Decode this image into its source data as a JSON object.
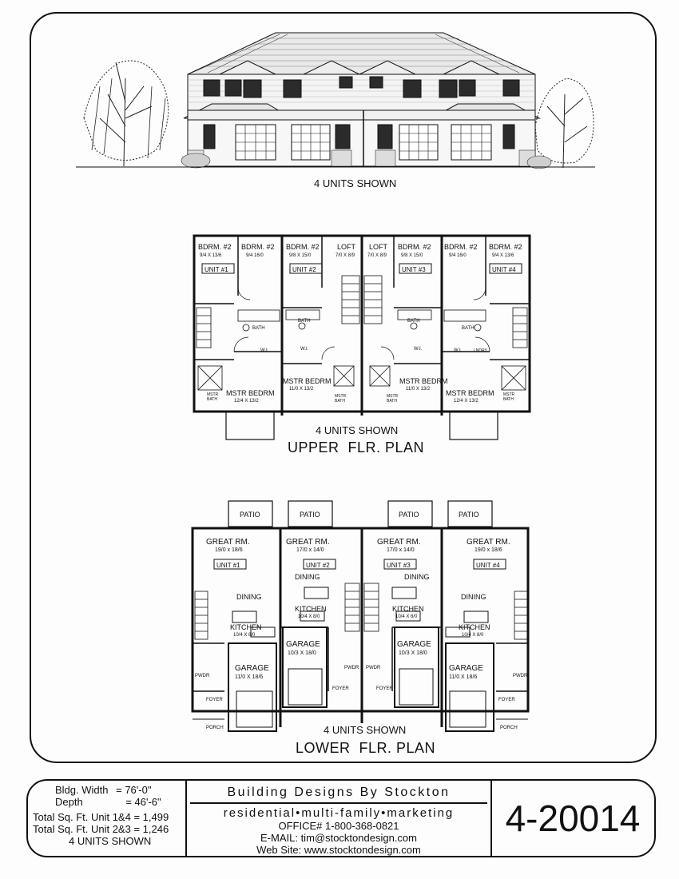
{
  "elevation": {
    "caption": "4 UNITS SHOWN"
  },
  "upper_plan": {
    "caption": "4 UNITS SHOWN",
    "title": "UPPER  FLR. PLAN",
    "rooms": [
      {
        "name": "BDRM. #2",
        "dim": "9/4 X 13/6"
      },
      {
        "name": "BDRM. #2",
        "dim": "9/4 16/0"
      },
      {
        "name": "BDRM. #2",
        "dim": "9/8 X 15/0"
      },
      {
        "name": "LOFT",
        "dim": "7/0 X 8/9"
      },
      {
        "name": "LOFT",
        "dim": "7/0 X 8/9"
      },
      {
        "name": "BDRM. #2",
        "dim": "9/8 X 15/0"
      },
      {
        "name": "BDRM. #2",
        "dim": "9/4 16/0"
      },
      {
        "name": "BDRM. #2",
        "dim": "9/4 X 13/6"
      },
      {
        "name": "MSTR BEDRM",
        "dim": "12/4 X 13/2"
      },
      {
        "name": "MSTR BEDRM",
        "dim": "11/0 X 13/2"
      },
      {
        "name": "MSTR BEDRM",
        "dim": "11/0 X 13/2"
      },
      {
        "name": "MSTR BEDRM",
        "dim": "12/4 X 13/2"
      }
    ],
    "units": [
      "UNIT #1",
      "UNIT #2",
      "UNIT #3",
      "UNIT #4"
    ],
    "small_labels": {
      "bath": "BATH",
      "wi": "W.I.",
      "mstr": "MSTR",
      "mstr_bath": "BATH",
      "lndry": "LNDRY"
    }
  },
  "lower_plan": {
    "caption": "4 UNITS SHOWN",
    "title": "LOWER  FLR. PLAN",
    "patio": "PATIO",
    "great_rooms": [
      {
        "name": "GREAT RM.",
        "dim": "19/0 x 18/6"
      },
      {
        "name": "GREAT RM.",
        "dim": "17/0 x 14/0"
      },
      {
        "name": "GREAT RM.",
        "dim": "17/0 x 14/0"
      },
      {
        "name": "GREAT RM.",
        "dim": "19/0 x 18/6"
      }
    ],
    "units": [
      "UNIT #1",
      "UNIT #2",
      "UNIT #3",
      "UNIT #4"
    ],
    "dining": "DINING",
    "kitchen": {
      "name": "KITCHEN",
      "dim": "10/4 X 8/0"
    },
    "garages": [
      {
        "name": "GARAGE",
        "dim": "11/0 X 18/6"
      },
      {
        "name": "GARAGE",
        "dim": "10/3 X 18/0"
      },
      {
        "name": "GARAGE",
        "dim": "10/3 X 18/0"
      },
      {
        "name": "GARAGE",
        "dim": "11/0 X 18/6"
      }
    ],
    "pwdr": "PWDR",
    "foyer": "FOYER",
    "porch": "PORCH"
  },
  "title_block": {
    "bldg_width_label": "Bldg. Width",
    "bldg_width_value": "= 76'-0\"",
    "depth_label": "Depth",
    "depth_value": "= 46'-6\"",
    "sqft_1_4": "Total Sq. Ft. Unit 1&4 = 1,499",
    "sqft_2_3": "Total Sq. Ft. Unit 2&3 = 1,246",
    "units_shown": "4 UNITS SHOWN",
    "firm": "Building Designs By Stockton",
    "tagline": "residential•multi-family•marketing",
    "office": "OFFICE#  1-800-368-0821",
    "email": "E-MAIL: tim@stocktondesign.com",
    "website": "Web Site:     www.stocktondesign.com",
    "plan_number": "4-20014"
  },
  "colors": {
    "ink": "#111111",
    "paper": "#fdfdfd",
    "window": "#2b2b2b"
  }
}
